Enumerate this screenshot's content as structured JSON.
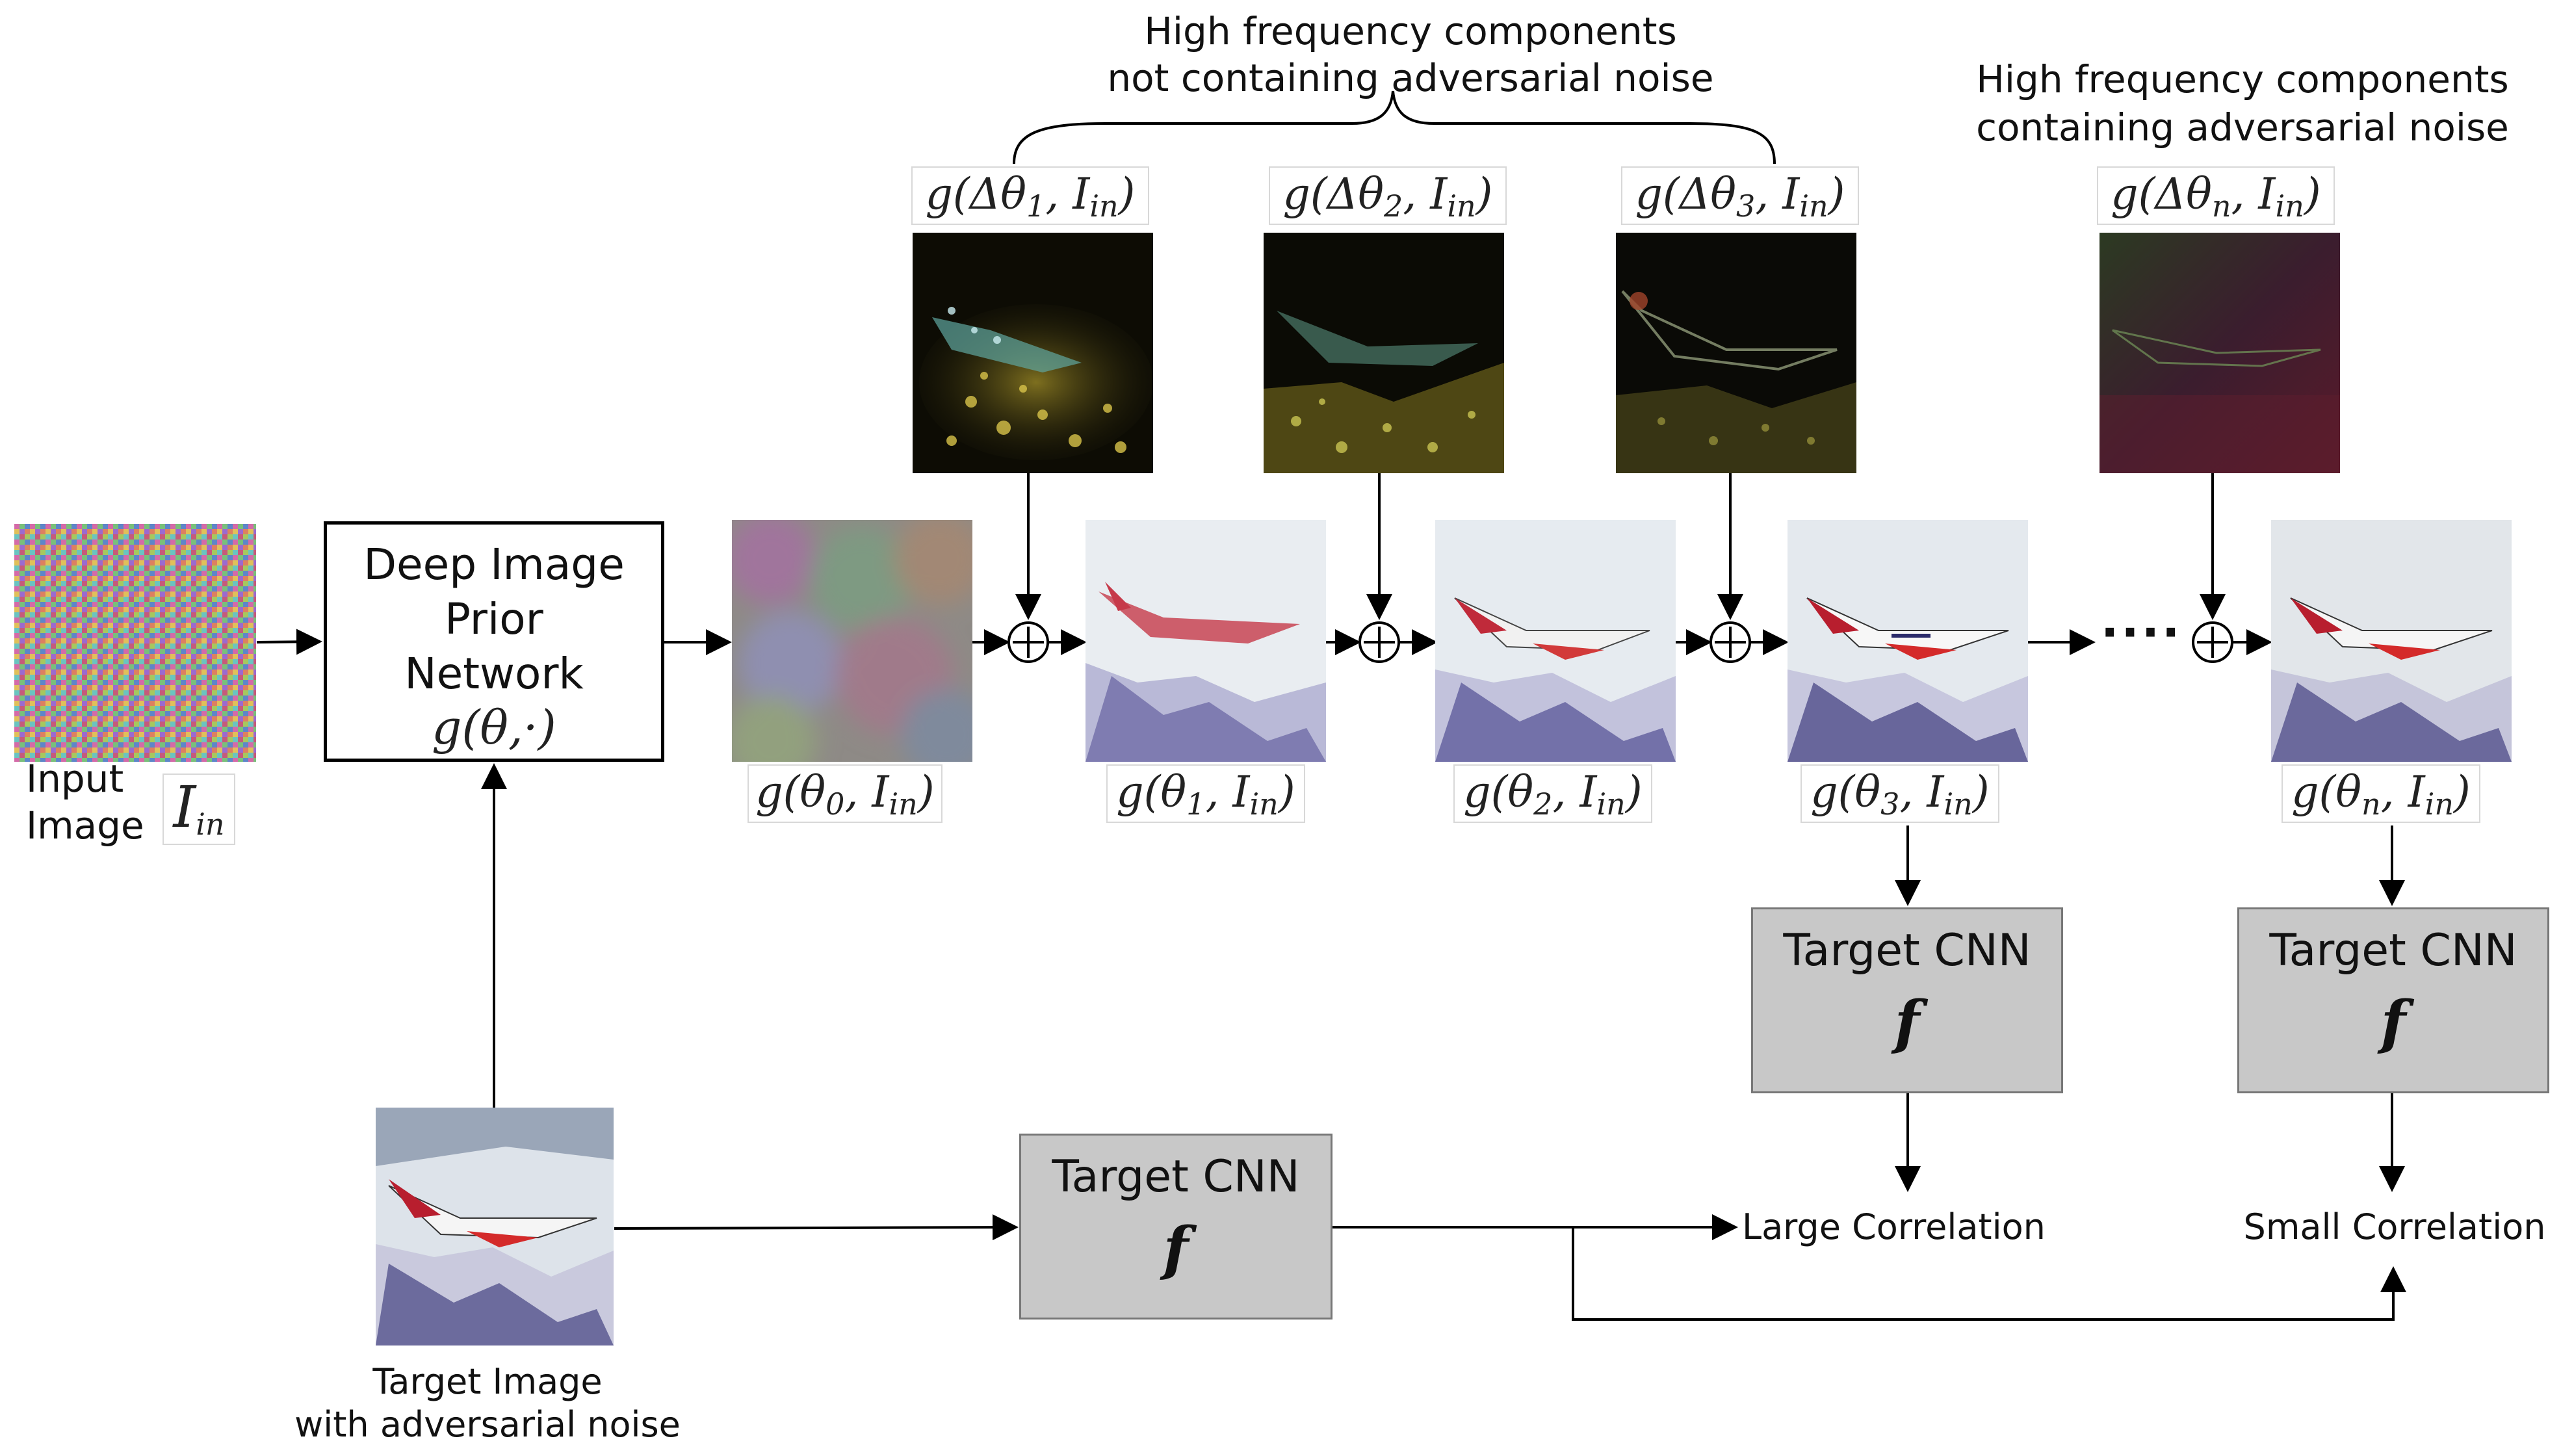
{
  "annotations": {
    "not_containing": [
      "High frequency components",
      "not containing adversarial noise"
    ],
    "containing": [
      "High frequency components",
      "containing adversarial noise"
    ]
  },
  "input": {
    "label_line1": "Input",
    "label_line2": "Image",
    "symbol": "I",
    "symbol_sub": "in"
  },
  "dip": {
    "line1": "Deep Image",
    "line2": "Prior",
    "line3": "Network",
    "func": "g(θ,·)"
  },
  "outputs": [
    {
      "prefix": "g(θ",
      "idx": "0",
      "mid": ", I",
      "sub": "in",
      "suffix": ")"
    },
    {
      "prefix": "g(θ",
      "idx": "1",
      "mid": ", I",
      "sub": "in",
      "suffix": ")"
    },
    {
      "prefix": "g(θ",
      "idx": "2",
      "mid": ", I",
      "sub": "in",
      "suffix": ")"
    },
    {
      "prefix": "g(θ",
      "idx": "3",
      "mid": ", I",
      "sub": "in",
      "suffix": ")"
    },
    {
      "prefix": "g(θ",
      "idx": "n",
      "mid": ", I",
      "sub": "in",
      "suffix": ")"
    }
  ],
  "deltas": [
    {
      "prefix": "g(Δθ",
      "idx": "1",
      "mid": ", I",
      "sub": "in",
      "suffix": ")"
    },
    {
      "prefix": "g(Δθ",
      "idx": "2",
      "mid": ", I",
      "sub": "in",
      "suffix": ")"
    },
    {
      "prefix": "g(Δθ",
      "idx": "3",
      "mid": ", I",
      "sub": "in",
      "suffix": ")"
    },
    {
      "prefix": "g(Δθ",
      "idx": "n",
      "mid": ", I",
      "sub": "in",
      "suffix": ")"
    }
  ],
  "dots": "····",
  "cnn": {
    "title": "Target CNN",
    "symbol": "f"
  },
  "target": {
    "line1": "Target Image",
    "line2": "with adversarial noise"
  },
  "results": {
    "large": "Large Correlation",
    "small": "Small Correlation"
  },
  "colors": {
    "cnn_fill": "#c8c8c8",
    "arrow": "#000000"
  }
}
